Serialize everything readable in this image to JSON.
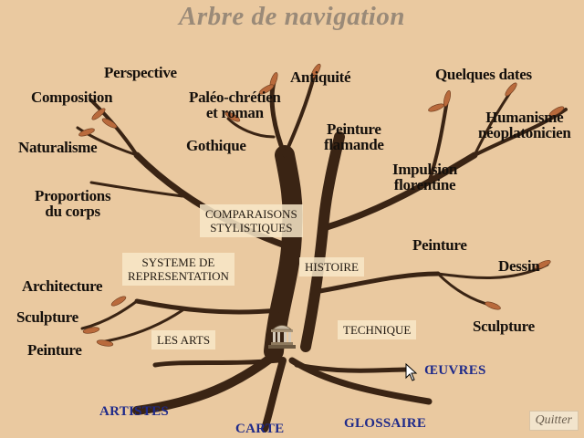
{
  "title": "Arbre de navigation",
  "topics": {
    "perspective": "Perspective",
    "composition": "Composition",
    "naturalisme": "Naturalisme",
    "proportions": [
      "Proportions",
      "du corps"
    ],
    "paleo": [
      "Paléo-chrétien",
      "et roman"
    ],
    "antiquite": "Antiquité",
    "gothique": "Gothique",
    "peinture_flamande": [
      "Peinture",
      "flamande"
    ],
    "quelques_dates": "Quelques dates",
    "humanisme": [
      "Humanisme",
      "néoplatonicien"
    ],
    "impulsion": [
      "Impulsion",
      "florentine"
    ],
    "architecture": "Architecture",
    "sculpture_left": "Sculpture",
    "peinture_left": "Peinture",
    "peinture_right": "Peinture",
    "dessin": "Dessin",
    "sculpture_right": "Sculpture"
  },
  "branches": {
    "comparaisons": [
      "COMPARAISONS",
      "STYLISTIQUES"
    ],
    "systeme": [
      "SYSTEME DE",
      "REPRESENTATION"
    ],
    "histoire": "HISTOIRE",
    "les_arts": "LES ARTS",
    "technique": "TECHNIQUE"
  },
  "links": {
    "oeuvres": "ŒUVRES",
    "artistes": "ARTISTES",
    "carte": "CARTE",
    "glossaire": "GLOSSAIRE"
  },
  "quit_label": "Quitter",
  "colors": {
    "background": "#eac9a0",
    "link": "#1f2a8a",
    "trunk": "#3a2414",
    "leaf": "#b96a3c"
  },
  "icons": {
    "home": "temple-icon",
    "pointer": "cursor-icon"
  }
}
